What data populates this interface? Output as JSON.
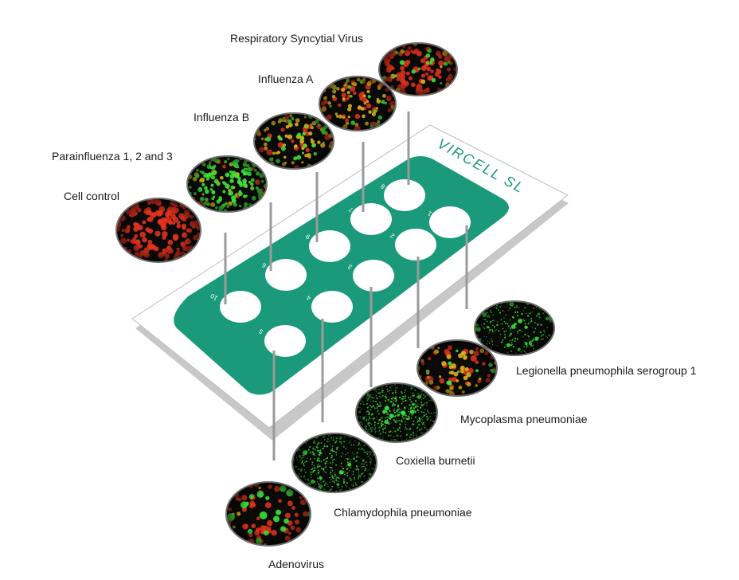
{
  "slide": {
    "brand": "VIRCELL SL",
    "well_numbers": [
      "1",
      "2",
      "3",
      "4",
      "5",
      "6",
      "7",
      "8",
      "9",
      "10"
    ],
    "colors": {
      "slide_face": "#ffffff",
      "slide_shadow": "#c8c8c8",
      "mask": "#1a9a7a",
      "brand_text": "#1a9a7a",
      "connector": "#9a9a9a",
      "fluorescence_red": "#e8321e",
      "fluorescence_green": "#3ce23c",
      "fluorescence_yellow": "#d8b21e"
    }
  },
  "labels": {
    "rsv": "Respiratory Syncytial Virus",
    "flu_a": "Influenza A",
    "flu_b": "Influenza B",
    "parainfluenza": "Parainfluenza 1, 2 and 3",
    "cell_control": "Cell control",
    "legionella": "Legionella pneumophila serogroup 1",
    "mycoplasma": "Mycoplasma pneumoniae",
    "coxiella": "Coxiella burnetii",
    "chlamydophila": "Chlamydophila pneumoniae",
    "adenovirus": "Adenovirus"
  }
}
